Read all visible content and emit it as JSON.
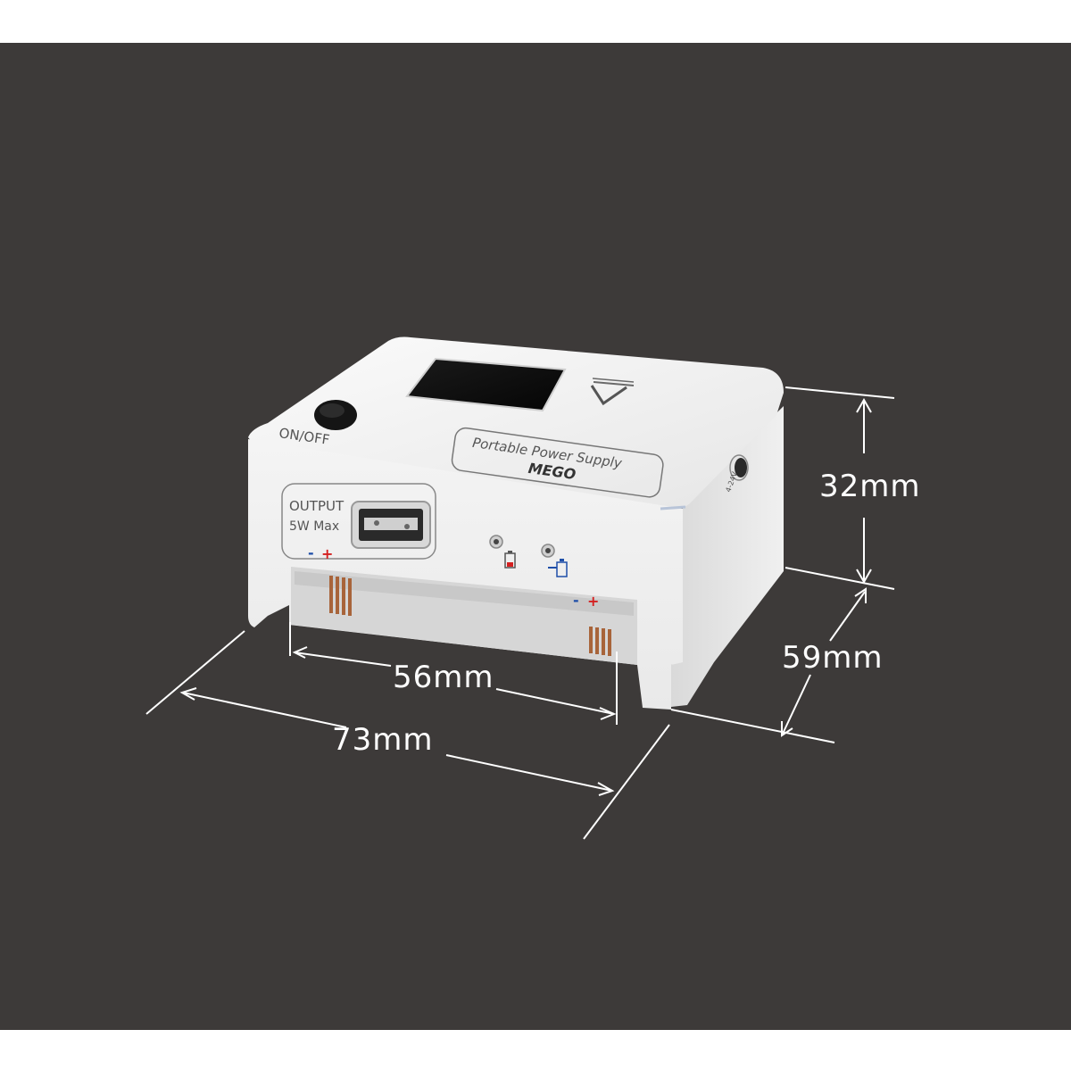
{
  "product": {
    "power_label": "ON/OFF",
    "nameplate": {
      "line1": "Portable Power Supply",
      "line2": "MEGO"
    },
    "output_badge": {
      "line1": "OUTPUT",
      "line2": "5W Max"
    },
    "polarity_left": {
      "minus": "-",
      "plus": "+"
    },
    "polarity_right": {
      "minus": "-",
      "plus": "+"
    },
    "side_dial_label": "4-24V"
  },
  "dimensions": {
    "height": "32mm",
    "depth": "59mm",
    "inner_width": "56mm",
    "outer_width": "73mm"
  },
  "colors": {
    "backdrop": "#3d3a39",
    "body": "#f2f2f2",
    "text_gray": "#555555",
    "plus_red": "#d42020",
    "minus_blue": "#1f4fa8",
    "dimension_white": "#ffffff"
  }
}
